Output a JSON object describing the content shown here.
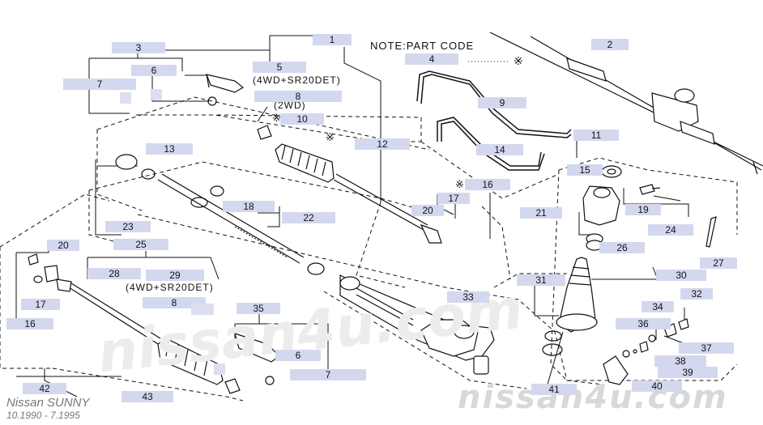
{
  "note": "NOTE:PART CODE",
  "note_marker": "※",
  "variant_4wd": "(4WD+SR20DET)",
  "variant_2wd": "(2WD)",
  "vehicle": "Nissan SUNNY",
  "period": "10.1990 - 7.1995",
  "watermark_center": "nissan4u.com",
  "watermark_bottom": "nissan4u.com",
  "callouts": [
    {
      "id": "c1",
      "text": "1"
    },
    {
      "id": "c2",
      "text": "2"
    },
    {
      "id": "c3",
      "text": "3"
    },
    {
      "id": "c4",
      "text": "4"
    },
    {
      "id": "c5",
      "text": "5"
    },
    {
      "id": "c6a",
      "text": "6"
    },
    {
      "id": "c7a",
      "text": "7"
    },
    {
      "id": "c8a",
      "text": "8"
    },
    {
      "id": "c9",
      "text": "9"
    },
    {
      "id": "c10",
      "text": "10"
    },
    {
      "id": "c11",
      "text": "11"
    },
    {
      "id": "c12",
      "text": "12"
    },
    {
      "id": "c13",
      "text": "13"
    },
    {
      "id": "c14",
      "text": "14"
    },
    {
      "id": "c15",
      "text": "15"
    },
    {
      "id": "c16a",
      "text": "16"
    },
    {
      "id": "c17a",
      "text": "17"
    },
    {
      "id": "c18",
      "text": "18"
    },
    {
      "id": "c19",
      "text": "19"
    },
    {
      "id": "c20a",
      "text": "20"
    },
    {
      "id": "c21",
      "text": "21"
    },
    {
      "id": "c22",
      "text": "22"
    },
    {
      "id": "c23",
      "text": "23"
    },
    {
      "id": "c24",
      "text": "24"
    },
    {
      "id": "c25",
      "text": "25"
    },
    {
      "id": "c26",
      "text": "26"
    },
    {
      "id": "c27",
      "text": "27"
    },
    {
      "id": "c28",
      "text": "28"
    },
    {
      "id": "c29",
      "text": "29"
    },
    {
      "id": "c30",
      "text": "30"
    },
    {
      "id": "c31",
      "text": "31"
    },
    {
      "id": "c32",
      "text": "32"
    },
    {
      "id": "c33",
      "text": "33"
    },
    {
      "id": "c34",
      "text": "34"
    },
    {
      "id": "c35",
      "text": "35"
    },
    {
      "id": "c36",
      "text": "36"
    },
    {
      "id": "c37",
      "text": "37"
    },
    {
      "id": "c38",
      "text": "38"
    },
    {
      "id": "c39",
      "text": "39"
    },
    {
      "id": "c40",
      "text": "40"
    },
    {
      "id": "c41",
      "text": "41"
    },
    {
      "id": "c42",
      "text": "42"
    },
    {
      "id": "c43",
      "text": "43"
    },
    {
      "id": "c20b",
      "text": "20"
    },
    {
      "id": "c17b",
      "text": "17"
    },
    {
      "id": "c16b",
      "text": "16"
    },
    {
      "id": "c8b",
      "text": "8"
    },
    {
      "id": "c6b",
      "text": "6"
    },
    {
      "id": "c7b",
      "text": "7"
    },
    {
      "id": "e1",
      "text": ""
    },
    {
      "id": "e2",
      "text": ""
    },
    {
      "id": "e3",
      "text": ""
    },
    {
      "id": "e4",
      "text": ""
    }
  ],
  "colors": {
    "label_bg": "#d4d8ee",
    "line": "#111111",
    "watermark": "#e6e6e6"
  }
}
